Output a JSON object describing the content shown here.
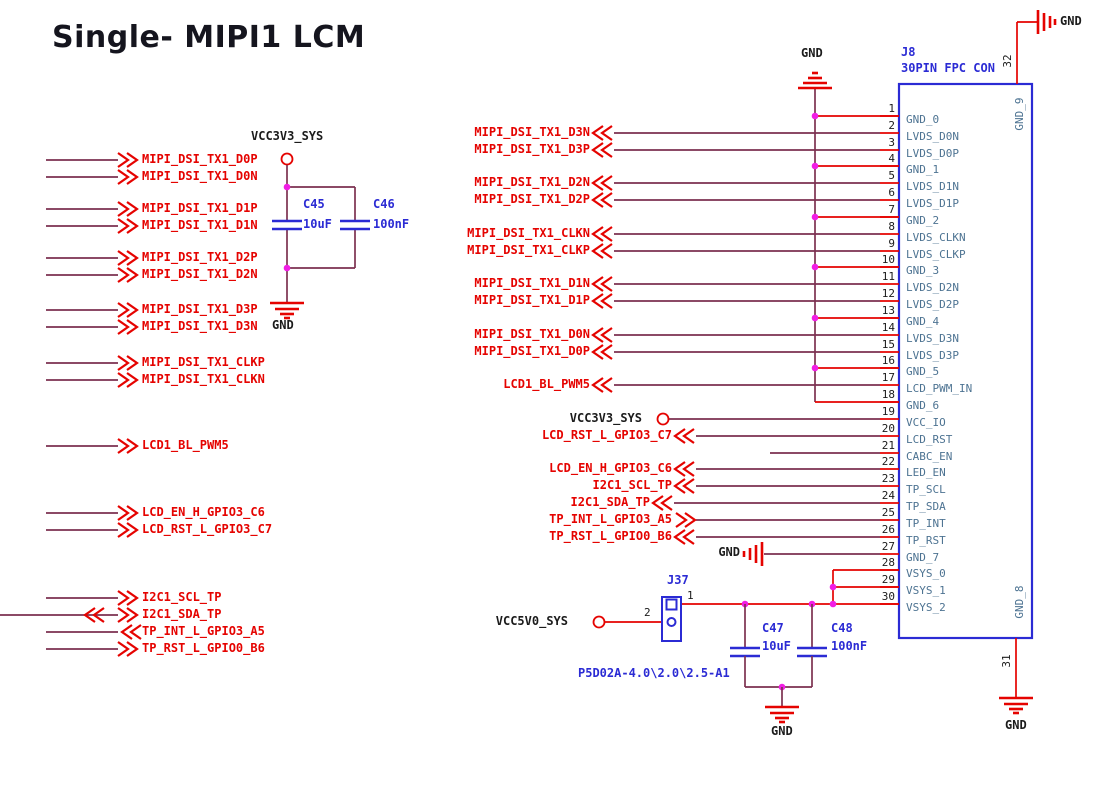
{
  "title": "Single- MIPI1 LCM",
  "left_signals": [
    "MIPI_DSI_TX1_D0P",
    "MIPI_DSI_TX1_D0N",
    "MIPI_DSI_TX1_D1P",
    "MIPI_DSI_TX1_D1N",
    "MIPI_DSI_TX1_D2P",
    "MIPI_DSI_TX1_D2N",
    "MIPI_DSI_TX1_D3P",
    "MIPI_DSI_TX1_D3N",
    "MIPI_DSI_TX1_CLKP",
    "MIPI_DSI_TX1_CLKN",
    "LCD1_BL_PWM5",
    "LCD_EN_H_GPIO3_C6",
    "LCD_RST_L_GPIO3_C7",
    "I2C1_SCL_TP",
    "I2C1_SDA_TP",
    "TP_INT_L_GPIO3_A5",
    "TP_RST_L_GPIO0_B6"
  ],
  "mid_signals": [
    "MIPI_DSI_TX1_D3N",
    "MIPI_DSI_TX1_D3P",
    "MIPI_DSI_TX1_D2N",
    "MIPI_DSI_TX1_D2P",
    "MIPI_DSI_TX1_CLKN",
    "MIPI_DSI_TX1_CLKP",
    "MIPI_DSI_TX1_D1N",
    "MIPI_DSI_TX1_D1P",
    "MIPI_DSI_TX1_D0N",
    "MIPI_DSI_TX1_D0P",
    "LCD1_BL_PWM5",
    "LCD_RST_L_GPIO3_C7",
    "LCD_EN_H_GPIO3_C6",
    "I2C1_SCL_TP",
    "I2C1_SDA_TP",
    "TP_INT_L_GPIO3_A5",
    "TP_RST_L_GPIO0_B6"
  ],
  "connector": {
    "refdes": "J8",
    "type": "30PIN FPC CON",
    "pins": [
      {
        "num": "1",
        "name": "GND_0"
      },
      {
        "num": "2",
        "name": "LVDS_D0N"
      },
      {
        "num": "3",
        "name": "LVDS_D0P"
      },
      {
        "num": "4",
        "name": "GND_1"
      },
      {
        "num": "5",
        "name": "LVDS_D1N"
      },
      {
        "num": "6",
        "name": "LVDS_D1P"
      },
      {
        "num": "7",
        "name": "GND_2"
      },
      {
        "num": "8",
        "name": "LVDS_CLKN"
      },
      {
        "num": "9",
        "name": "LVDS_CLKP"
      },
      {
        "num": "10",
        "name": "GND_3"
      },
      {
        "num": "11",
        "name": "LVDS_D2N"
      },
      {
        "num": "12",
        "name": "LVDS_D2P"
      },
      {
        "num": "13",
        "name": "GND_4"
      },
      {
        "num": "14",
        "name": "LVDS_D3N"
      },
      {
        "num": "15",
        "name": "LVDS_D3P"
      },
      {
        "num": "16",
        "name": "GND_5"
      },
      {
        "num": "17",
        "name": "LCD_PWM_IN"
      },
      {
        "num": "18",
        "name": "GND_6"
      },
      {
        "num": "19",
        "name": "VCC_IO"
      },
      {
        "num": "20",
        "name": "LCD_RST"
      },
      {
        "num": "21",
        "name": "CABC_EN"
      },
      {
        "num": "22",
        "name": "LED_EN"
      },
      {
        "num": "23",
        "name": "TP_SCL"
      },
      {
        "num": "24",
        "name": "TP_SDA"
      },
      {
        "num": "25",
        "name": "TP_INT"
      },
      {
        "num": "26",
        "name": "TP_RST"
      },
      {
        "num": "27",
        "name": "GND_7"
      },
      {
        "num": "28",
        "name": "VSYS_0"
      },
      {
        "num": "29",
        "name": "VSYS_1"
      },
      {
        "num": "30",
        "name": "VSYS_2"
      }
    ],
    "pin_31": "31",
    "pin_32": "32",
    "gnd_top_label": "GND_9",
    "gnd_bottom_label": "GND_8"
  },
  "capacitors": [
    {
      "ref": "C45",
      "value": "10uF"
    },
    {
      "ref": "C46",
      "value": "100nF"
    },
    {
      "ref": "C47",
      "value": "10uF"
    },
    {
      "ref": "C48",
      "value": "100nF"
    }
  ],
  "jumper": {
    "ref": "J37",
    "pin1": "1",
    "pin2": "2",
    "part": "P5D02A-4.0\\2.0\\2.5-A1"
  },
  "power_nets": {
    "vcc3v3": "VCC3V3_SYS",
    "vcc5v0": "VCC5V0_SYS",
    "gnd": "GND"
  },
  "colors": {
    "red": "#e50300",
    "maroon": "#7c3150",
    "blue": "#2b2bd4",
    "steel": "#4d7392",
    "ink": "#1b1b1b",
    "magenta": "#f11ee4",
    "title": "#15151e"
  }
}
